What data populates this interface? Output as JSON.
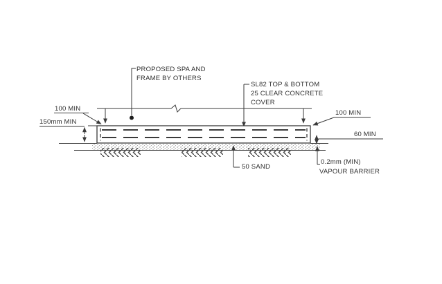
{
  "drawing": {
    "type": "engineering-section-detail",
    "labels": {
      "spa": [
        "PROPOSED SPA AND",
        "FRAME BY OTHERS"
      ],
      "mesh": [
        "SL82 TOP & BOTTOM",
        "25 CLEAR CONCRETE",
        "COVER"
      ],
      "dim_left_edge": "100 MIN",
      "dim_slab_thickness": "150mm MIN",
      "dim_right_edge": "100 MIN",
      "dim_edge_depth": "60 MIN",
      "sand_bed": "50 SAND",
      "vapour_barrier": [
        "0.2mm (MIN)",
        "VAPOUR BARRIER"
      ]
    },
    "colors": {
      "line": "#3a3a3a",
      "text": "#2f2f2f",
      "background": "#ffffff"
    }
  }
}
